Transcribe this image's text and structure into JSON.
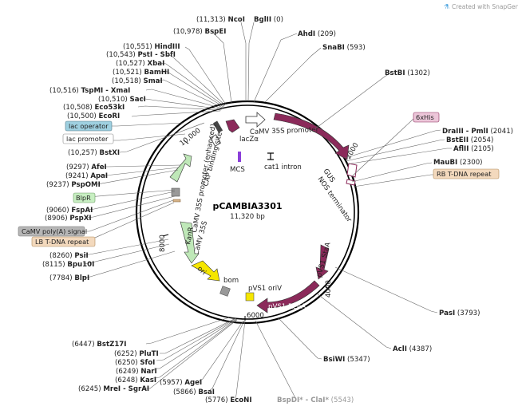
{
  "watermark": "Created with SnapGene®",
  "plasmid": {
    "name": "pCAMBIA3301",
    "size": "11,320 bp"
  },
  "ticks": [
    "2000",
    "4000",
    "6000",
    "8000",
    "10,000"
  ],
  "sites": [
    {
      "name": "NcoI",
      "pos": "(11,313)"
    },
    {
      "name": "BglII",
      "pos": "(0)"
    },
    {
      "name": "BspEI",
      "pos": "(10,978)"
    },
    {
      "name": "AhdI",
      "pos": "(209)"
    },
    {
      "name": "HindIII",
      "pos": "(10,551)"
    },
    {
      "name": "PstI - SbfI",
      "pos": "(10,543)"
    },
    {
      "name": "SnaBI",
      "pos": "(593)"
    },
    {
      "name": "XbaI",
      "pos": "(10,527)"
    },
    {
      "name": "BamHI",
      "pos": "(10,521)"
    },
    {
      "name": "SmaI",
      "pos": "(10,518)"
    },
    {
      "name": "TspMI - XmaI",
      "pos": "(10,516)"
    },
    {
      "name": "BstBI",
      "pos": "(1302)"
    },
    {
      "name": "SacI",
      "pos": "(10,510)"
    },
    {
      "name": "Eco53kI",
      "pos": "(10,508)"
    },
    {
      "name": "EcoRI",
      "pos": "(10,500)"
    },
    {
      "name": "DraIII - PmlI",
      "pos": "(2041)"
    },
    {
      "name": "BstEII",
      "pos": "(2054)"
    },
    {
      "name": "AflII",
      "pos": "(2105)"
    },
    {
      "name": "BstXI",
      "pos": "(10,257)"
    },
    {
      "name": "MauBI",
      "pos": "(2300)"
    },
    {
      "name": "AfeI",
      "pos": "(9297)"
    },
    {
      "name": "ApaI",
      "pos": "(9241)"
    },
    {
      "name": "PspOMI",
      "pos": "(9237)"
    },
    {
      "name": "FspAI",
      "pos": "(9060)"
    },
    {
      "name": "PspXI",
      "pos": "(8906)"
    },
    {
      "name": "PsiI",
      "pos": "(8260)"
    },
    {
      "name": "Bpu10I",
      "pos": "(8115)"
    },
    {
      "name": "BlpI",
      "pos": "(7784)"
    },
    {
      "name": "PasI",
      "pos": "(3793)"
    },
    {
      "name": "BstZ17I",
      "pos": "(6447)"
    },
    {
      "name": "AclI",
      "pos": "(4387)"
    },
    {
      "name": "PluTI",
      "pos": "(6252)"
    },
    {
      "name": "SfoI",
      "pos": "(6250)"
    },
    {
      "name": "NarI",
      "pos": "(6249)"
    },
    {
      "name": "KasI",
      "pos": "(6248)"
    },
    {
      "name": "MreI - SgrAI",
      "pos": "(6245)"
    },
    {
      "name": "BsiWI",
      "pos": "(5347)"
    },
    {
      "name": "AgeI",
      "pos": "(5957)"
    },
    {
      "name": "BsaI",
      "pos": "(5866)"
    },
    {
      "name": "EcoNI",
      "pos": "(5776)"
    },
    {
      "name": "BspDI* - ClaI*",
      "pos": "(5543)"
    }
  ],
  "tags": [
    "lac operator",
    "lac promoter",
    "6xHis",
    "RB T-DNA repeat",
    "BlpR",
    "CaMV poly(A) signal",
    "LB T-DNA repeat"
  ],
  "features": [
    "CaMV 35S promoter",
    "GUS",
    "NOS terminator",
    "lacZα",
    "MCS",
    "cat1 intron",
    "CAP binding site",
    "CaMV 35S promoter (enhanced)",
    "CaMV 35S",
    "KanR",
    "ori",
    "bom",
    "pVS1 oriV",
    "pVS1 RepA",
    "pVS1 StaA"
  ]
}
